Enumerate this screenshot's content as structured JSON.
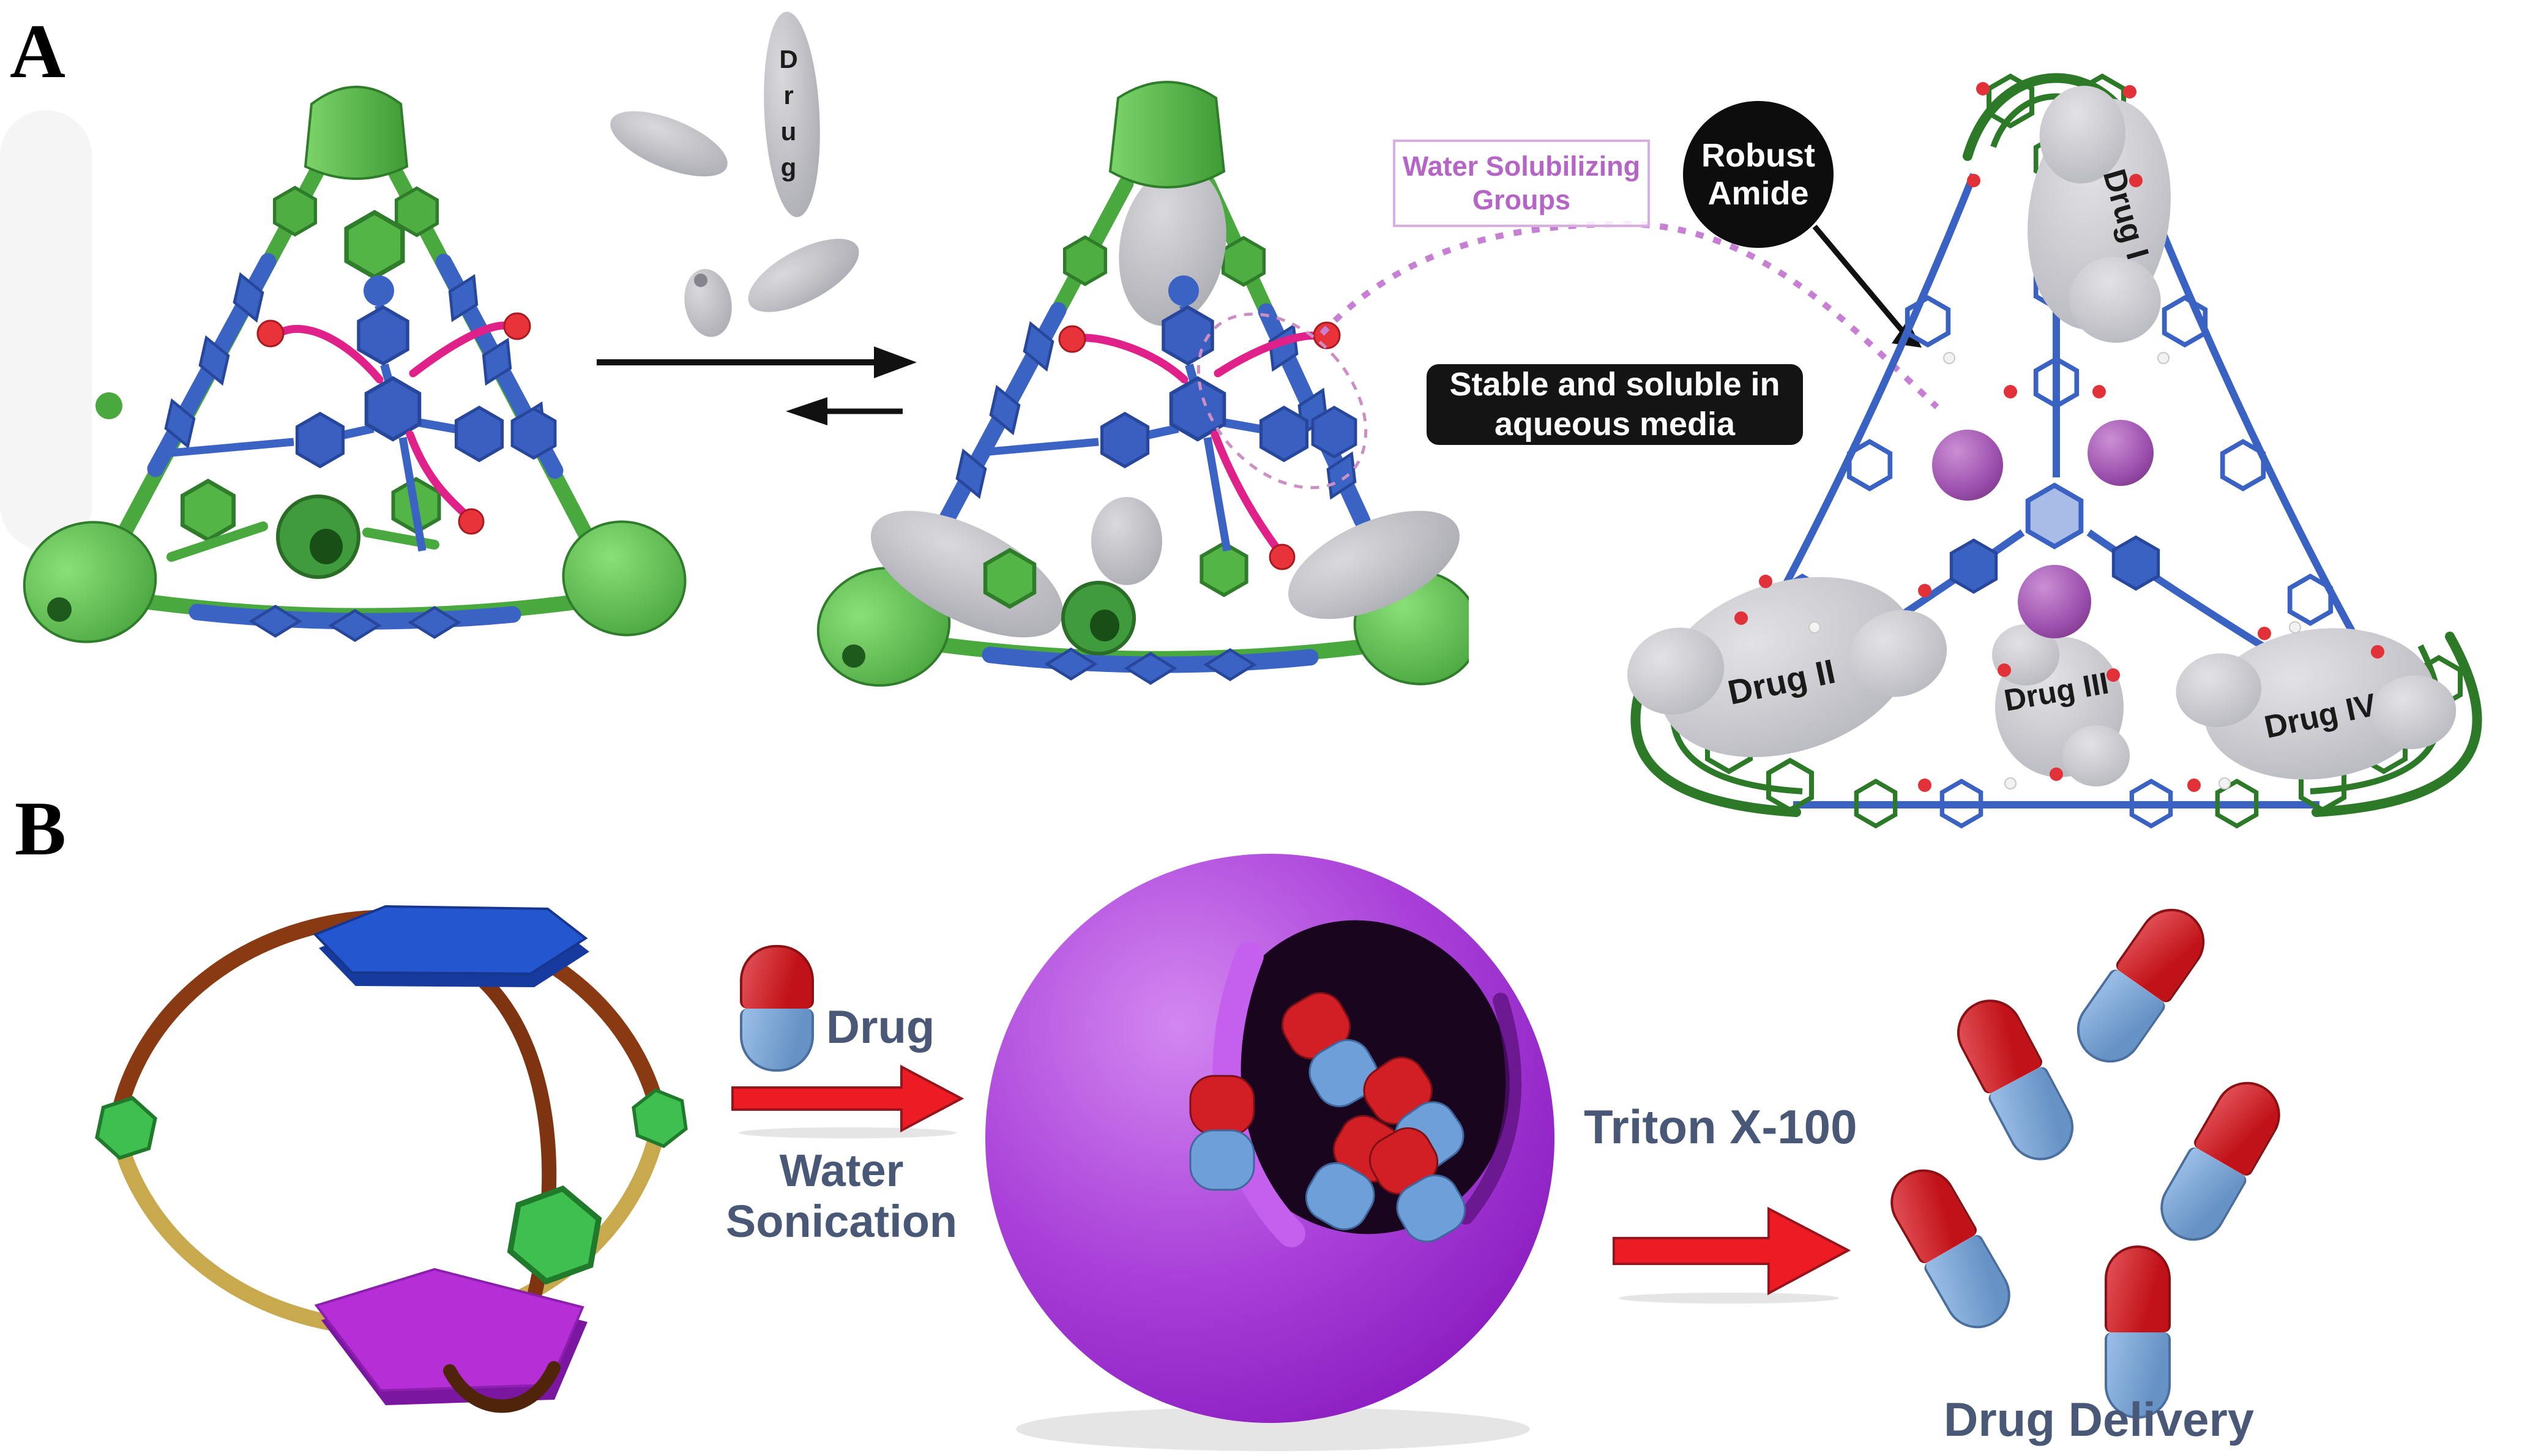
{
  "figure": {
    "panel_a_label": "A",
    "panel_b_label": "B"
  },
  "panel_a": {
    "drug_particle_label": "Drug",
    "water_solubilizing": {
      "line1": "Water Solubilizing",
      "line2": "Groups"
    },
    "robust_amide": {
      "line1": "Robust",
      "line2": "Amide"
    },
    "stable_soluble": {
      "line1": "Stable and soluble in",
      "line2": "aqueous media"
    },
    "drug_labels": {
      "drug1": "Drug I",
      "drug2": "Drug II",
      "drug3": "Drug III",
      "drug4": "Drug IV"
    }
  },
  "panel_b": {
    "drug_label": "Drug",
    "water_sonication_line1": "Water",
    "water_sonication_line2": "Sonication",
    "triton_label": "Triton X-100",
    "drug_delivery_label": "Drug Delivery"
  },
  "colors": {
    "cage_green": "#4aa93e",
    "cage_blue": "#3b63c4",
    "chain_pink": "#e0218a",
    "terminal_red": "#e8333a",
    "drug_gray": "#bcbcc2",
    "guest_purple": "#a05ab0",
    "vesicle_purple": "#a743d6",
    "capsule_red": "#d42127",
    "capsule_blue": "#6f9fd8",
    "arrow_red": "#ed1c24",
    "label_slate": "#4a5878",
    "annotation_purple": "#b565c5"
  }
}
